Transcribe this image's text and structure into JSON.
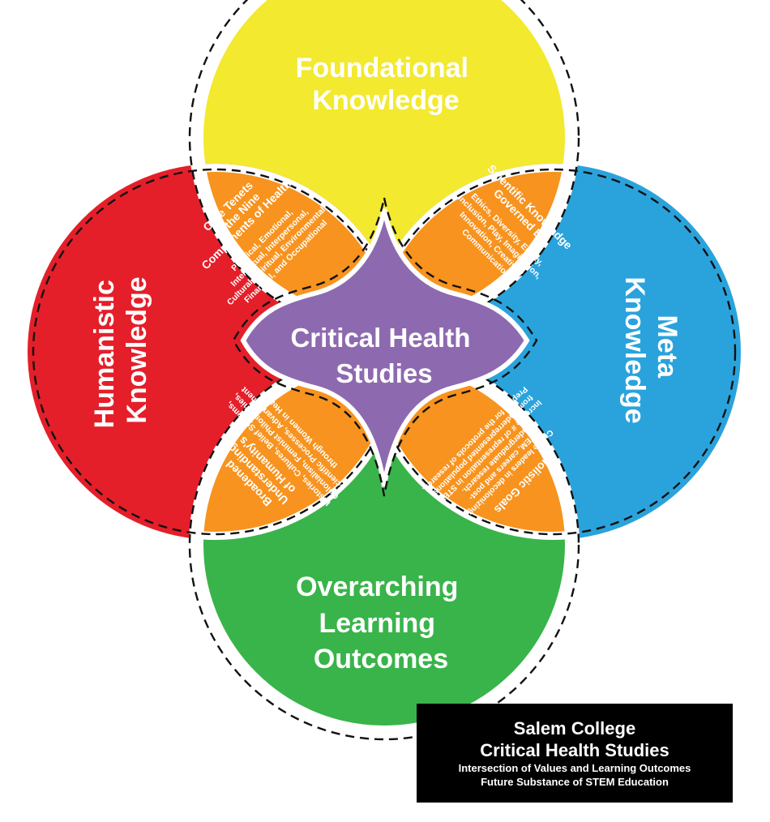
{
  "colors": {
    "top": "#f3e92e",
    "left": "#e41f2a",
    "right": "#2aa3dc",
    "bottom": "#39b44a",
    "petal": "#f7931e",
    "center": "#8d6aaf",
    "text": "#ffffff",
    "footer_bg": "#000000"
  },
  "circles": {
    "top": [
      "Foundational",
      "Knowledge"
    ],
    "left": [
      "Humanistic",
      "Knowledge"
    ],
    "right": [
      "Meta",
      "Knowledge"
    ],
    "bottom": [
      "Overarching",
      "Learning",
      "Outcomes"
    ]
  },
  "center": [
    "Critical Health",
    "Studies"
  ],
  "petals": {
    "top_left": {
      "title": [
        "Core Tenets",
        "of the Nine",
        "Components of Health"
      ],
      "body": [
        "Physical, Emotional,",
        "Intellectual, Interpersonal,",
        "Cultural, Spiritual, Environmental,",
        "Financial, and Occupational"
      ]
    },
    "top_right": {
      "title": [
        "Scientific Knowledge",
        "Governed By"
      ],
      "body": [
        "Ethics, Diversity, Equity,",
        "Inclusion, Play, Imagination,",
        "Innovation, Creativity,",
        "Communication"
      ]
    },
    "bottom_left": {
      "title": [
        "Broadened",
        "Understanding",
        "of Humanity's"
      ],
      "body": [
        "Histories, Cultures, Belief Systems,",
        "Colonialism, Feminist Philosophies,",
        "Scientific Processes, Advancement",
        "through Women in Health"
      ]
    },
    "bottom_right": {
      "title": [
        "Holistic Goals"
      ],
      "body": [
        "Create leaders in decolonizing",
        "STEM, careers and post-",
        "undergraduate research.",
        "Increase # of representation in STEM",
        "from underrepresented populations",
        "Prepare for the protocols of research."
      ]
    }
  },
  "footer": {
    "line1": "Salem College",
    "line2": "Critical Health Studies",
    "line3": "Intersection of Values and Learning Outcomes",
    "line4": "Future Substance of STEM Education"
  }
}
